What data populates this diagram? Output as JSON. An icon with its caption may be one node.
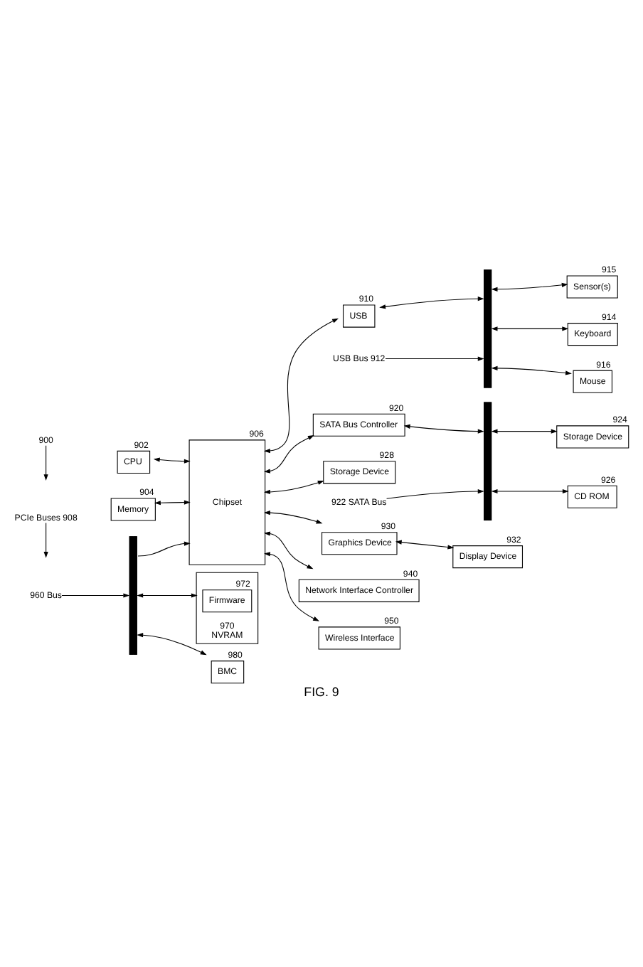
{
  "diagram": {
    "caption": "FIG. 9",
    "nodes": [
      {
        "text": [
          "CPU"
        ],
        "beside": [
          "902"
        ]
      },
      {
        "text": [
          "Memory"
        ],
        "beside": [
          "904"
        ]
      },
      {
        "text": [
          "Chipset"
        ],
        "beside": [
          "906"
        ]
      },
      {
        "text": [
          "USB"
        ],
        "beside": [
          "910"
        ]
      },
      {
        "text": [],
        "shape": "bar"
      },
      {
        "text": [
          "Sensor(s)"
        ],
        "beside": [
          "915"
        ]
      },
      {
        "text": [
          "Keyboard"
        ],
        "beside": [
          "914"
        ]
      },
      {
        "text": [
          "Mouse"
        ],
        "beside": [
          "916"
        ]
      },
      {
        "text": [
          "SATA Bus Controller"
        ],
        "beside": [
          "920"
        ]
      },
      {
        "text": [],
        "shape": "bar"
      },
      {
        "text": [
          "Storage Device"
        ],
        "beside": [
          "924"
        ]
      },
      {
        "text": [
          "CD ROM"
        ],
        "beside": [
          "926"
        ]
      },
      {
        "text": [
          "Storage Device"
        ],
        "beside": [
          "928"
        ]
      },
      {
        "text": [
          "Graphics Device"
        ],
        "beside": [
          "930"
        ]
      },
      {
        "text": [
          "Display Device"
        ],
        "beside": [
          "932"
        ]
      },
      {
        "text": [
          "Network Interface Controller"
        ],
        "beside": [
          "940"
        ]
      },
      {
        "text": [
          "Wireless Interface"
        ],
        "beside": [
          "950"
        ]
      },
      {
        "text": [
          "NVRAM"
        ],
        "beside": [
          "970"
        ]
      },
      {
        "text": [
          "Firmware"
        ],
        "beside": [
          "972"
        ],
        "in": 17
      },
      {
        "text": [
          "BMC"
        ],
        "beside": [
          "980"
        ]
      },
      {
        "text": [],
        "shape": "bar"
      },
      {
        "text": [
          "USB Bus 912"
        ]
      },
      {
        "text": [
          "922 SATA Bus"
        ]
      },
      {
        "text": [
          "960 Bus"
        ]
      },
      {
        "text": [
          "PCIe Buses 908"
        ]
      },
      {
        "text": [
          "900"
        ]
      }
    ],
    "edges": [
      {
        "from": 0,
        "to": 2,
        "arrow": "both"
      },
      {
        "from": 1,
        "to": 2,
        "arrow": "both"
      },
      {
        "from": 2,
        "to": 3,
        "arrow": "both"
      },
      {
        "from": 3,
        "to": 4,
        "arrow": "both"
      },
      {
        "from": 4,
        "to": 5,
        "arrow": "both"
      },
      {
        "from": 4,
        "to": 6,
        "arrow": "both"
      },
      {
        "from": 4,
        "to": 7,
        "arrow": "both"
      },
      {
        "from": 2,
        "to": 8,
        "arrow": "both"
      },
      {
        "from": 8,
        "to": 9,
        "arrow": "both"
      },
      {
        "from": 9,
        "to": 10,
        "arrow": "both"
      },
      {
        "from": 9,
        "to": 11,
        "arrow": "both"
      },
      {
        "from": 2,
        "to": 12,
        "arrow": "both"
      },
      {
        "from": 2,
        "to": 13,
        "arrow": "both"
      },
      {
        "from": 13,
        "to": 14,
        "arrow": "both"
      },
      {
        "from": 2,
        "to": 15,
        "arrow": "both"
      },
      {
        "from": 2,
        "to": 16,
        "arrow": "both"
      },
      {
        "from": 20,
        "to": 2,
        "arrow": "to"
      },
      {
        "from": 20,
        "to": 17,
        "arrow": "both"
      },
      {
        "from": 20,
        "to": 19,
        "arrow": "both"
      },
      {
        "from": 21,
        "to": 4,
        "arrow": "to"
      },
      {
        "from": 22,
        "to": 9,
        "arrow": "to"
      },
      {
        "from": 23,
        "to": 20,
        "arrow": "to"
      },
      {
        "from": 24,
        "to": null,
        "arrow": "to"
      },
      {
        "from": 25,
        "to": null,
        "arrow": "to"
      }
    ]
  }
}
